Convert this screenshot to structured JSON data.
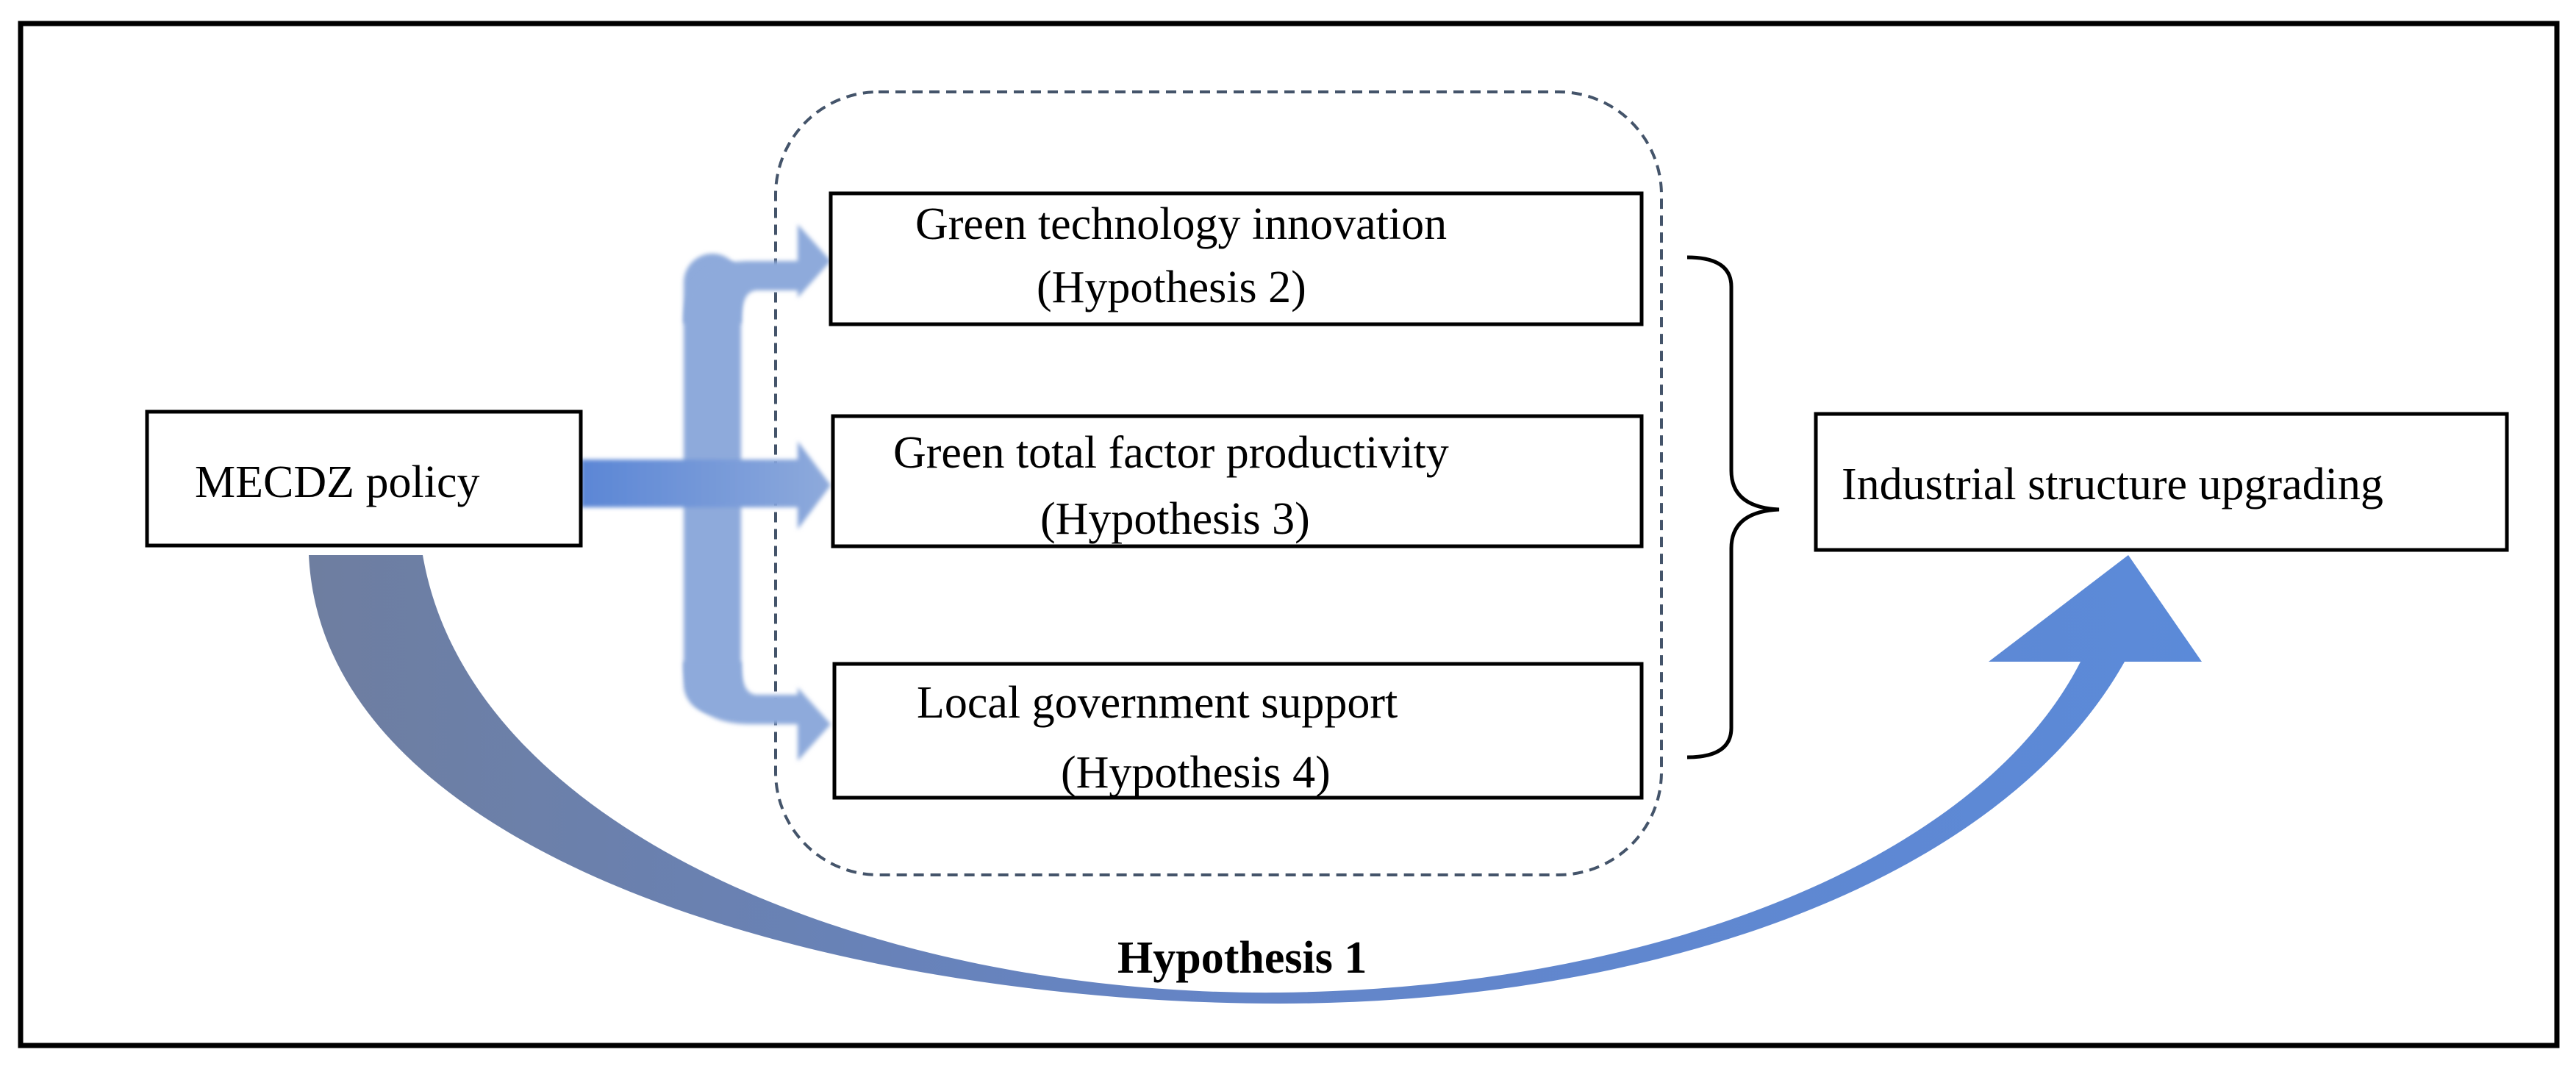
{
  "nodes": {
    "source": {
      "label": "MECDZ policy"
    },
    "mediator_1": {
      "label": "Green technology innovation",
      "hypothesis": "(Hypothesis 2)"
    },
    "mediator_2": {
      "label": "Green total factor productivity",
      "hypothesis": "(Hypothesis 3)"
    },
    "mediator_3": {
      "label": "Local government support",
      "hypothesis": "(Hypothesis 4)"
    },
    "target": {
      "label": "Industrial structure upgrading"
    }
  },
  "direct_path": {
    "label": "Hypothesis 1"
  },
  "colors": {
    "border": "#000000",
    "dashed_group": "#44546a",
    "arrow_light": "#8eaadb",
    "arrow_mid": "#5b86d6",
    "arc_dark": "#6e7ea0",
    "arc_light": "#5b8ad9"
  }
}
